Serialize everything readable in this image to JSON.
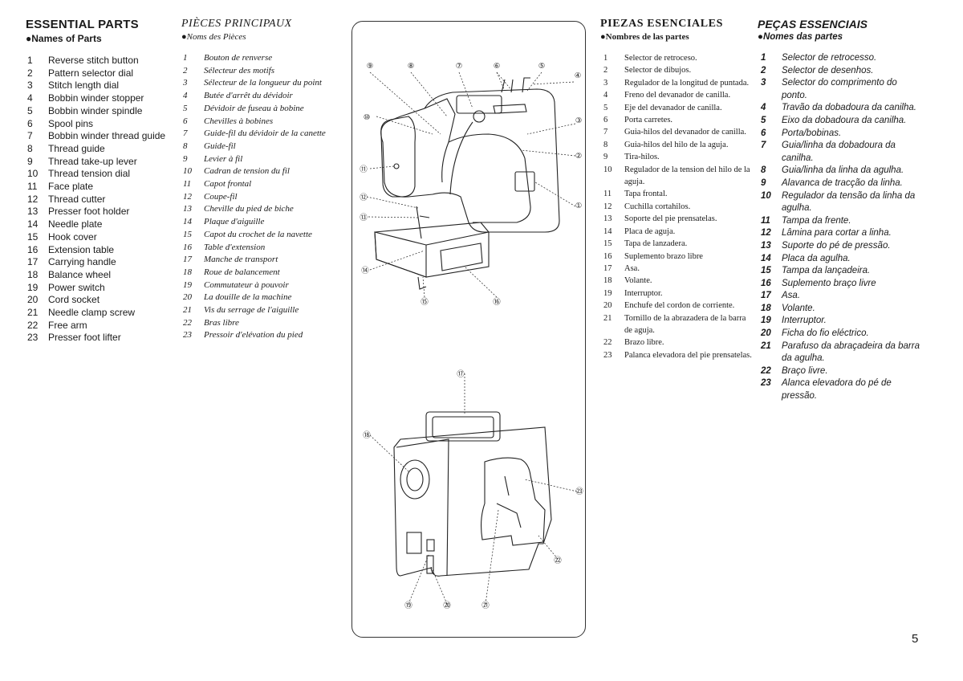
{
  "english": {
    "title": "ESSENTIAL PARTS",
    "subtitle": "●Names of Parts",
    "items": [
      {
        "n": "1",
        "t": "Reverse stitch button"
      },
      {
        "n": "2",
        "t": "Pattern selector dial"
      },
      {
        "n": "3",
        "t": "Stitch length dial"
      },
      {
        "n": "4",
        "t": "Bobbin winder stopper"
      },
      {
        "n": "5",
        "t": "Bobbin winder spindle"
      },
      {
        "n": "6",
        "t": "Spool pins"
      },
      {
        "n": "7",
        "t": "Bobbin winder thread guide"
      },
      {
        "n": "8",
        "t": "Thread guide"
      },
      {
        "n": "9",
        "t": "Thread take-up lever"
      },
      {
        "n": "10",
        "t": "Thread tension dial"
      },
      {
        "n": "11",
        "t": "Face plate"
      },
      {
        "n": "12",
        "t": "Thread cutter"
      },
      {
        "n": "13",
        "t": "Presser foot holder"
      },
      {
        "n": "14",
        "t": "Needle plate"
      },
      {
        "n": "15",
        "t": "Hook cover"
      },
      {
        "n": "16",
        "t": "Extension table"
      },
      {
        "n": "17",
        "t": "Carrying handle"
      },
      {
        "n": "18",
        "t": "Balance wheel"
      },
      {
        "n": "19",
        "t": "Power switch"
      },
      {
        "n": "20",
        "t": "Cord socket"
      },
      {
        "n": "21",
        "t": "Needle clamp screw"
      },
      {
        "n": "22",
        "t": "Free arm"
      },
      {
        "n": "23",
        "t": "Presser foot lifter"
      }
    ]
  },
  "french": {
    "title": "PIÈCES PRINCIPAUX",
    "subtitle": "●Noms des Pièces",
    "items": [
      {
        "n": "1",
        "t": "Bouton de renverse"
      },
      {
        "n": "2",
        "t": "Sélecteur des motifs"
      },
      {
        "n": "3",
        "t": "Sélecteur de la longueur du point"
      },
      {
        "n": "4",
        "t": "Butée d'arrêt du dévidoir"
      },
      {
        "n": "5",
        "t": "Dévidoir de fuseau à bobine"
      },
      {
        "n": "6",
        "t": "Chevilles à bobines"
      },
      {
        "n": "7",
        "t": "Guide-fil du dévidoir de la canette"
      },
      {
        "n": "8",
        "t": "Guide-fil"
      },
      {
        "n": "9",
        "t": "Levier à fil"
      },
      {
        "n": "10",
        "t": "Cadran de tension du fil"
      },
      {
        "n": "11",
        "t": "Capot frontal"
      },
      {
        "n": "12",
        "t": "Coupe-fil"
      },
      {
        "n": "13",
        "t": "Cheville du pied de biche"
      },
      {
        "n": "14",
        "t": "Plaque d'aiguille"
      },
      {
        "n": "15",
        "t": "Capot du crochet de la navette"
      },
      {
        "n": "16",
        "t": "Table d'extension"
      },
      {
        "n": "17",
        "t": "Manche de transport"
      },
      {
        "n": "18",
        "t": "Roue de balancement"
      },
      {
        "n": "19",
        "t": "Commutateur à pouvoir"
      },
      {
        "n": "20",
        "t": "La douille de la machine"
      },
      {
        "n": "21",
        "t": "Vis du serrage de l'aiguille"
      },
      {
        "n": "22",
        "t": "Bras libre"
      },
      {
        "n": "23",
        "t": "Pressoir d'elévation du pied"
      }
    ]
  },
  "spanish": {
    "title": "PIEZAS ESENCIALES",
    "subtitle": "●Nombres de las partes",
    "items": [
      {
        "n": "1",
        "t": "Selector de retroceso."
      },
      {
        "n": "2",
        "t": "Selector de dibujos."
      },
      {
        "n": "3",
        "t": "Regulador de la longitud de puntada."
      },
      {
        "n": "4",
        "t": "Freno del devanador de canilla."
      },
      {
        "n": "5",
        "t": "Eje del devanador de canilla."
      },
      {
        "n": "6",
        "t": "Porta carretes."
      },
      {
        "n": "7",
        "t": "Guia-hilos del devanador de canilla."
      },
      {
        "n": "8",
        "t": "Guia-hilos del hilo de la aguja."
      },
      {
        "n": "9",
        "t": "Tira-hilos."
      },
      {
        "n": "10",
        "t": "Regulador de la tension del hilo de la aguja."
      },
      {
        "n": "11",
        "t": "Tapa frontal."
      },
      {
        "n": "12",
        "t": "Cuchilla cortahilos."
      },
      {
        "n": "13",
        "t": "Soporte del pie prensatelas."
      },
      {
        "n": "14",
        "t": "Placa de aguja."
      },
      {
        "n": "15",
        "t": "Tapa de lanzadera."
      },
      {
        "n": "16",
        "t": "Suplemento brazo libre"
      },
      {
        "n": "17",
        "t": "Asa."
      },
      {
        "n": "18",
        "t": "Volante."
      },
      {
        "n": "19",
        "t": "Interruptor."
      },
      {
        "n": "20",
        "t": "Enchufe del cordon de corriente."
      },
      {
        "n": "21",
        "t": "Tornillo de la abrazadera de la barra de aguja."
      },
      {
        "n": "22",
        "t": "Brazo libre."
      },
      {
        "n": "23",
        "t": "Palanca elevadora del pie prensatelas."
      }
    ]
  },
  "portuguese": {
    "title": "PEÇAS ESSENCIAIS",
    "subtitle": "●Nomes das partes",
    "items": [
      {
        "n": "1",
        "t": "Selector de retrocesso."
      },
      {
        "n": "2",
        "t": "Selector de desenhos."
      },
      {
        "n": "3",
        "t": "Selector do comprimento do ponto."
      },
      {
        "n": "4",
        "t": "Travão da dobadoura da canilha."
      },
      {
        "n": "5",
        "t": "Eixo da dobadoura da canilha."
      },
      {
        "n": "6",
        "t": "Porta/bobinas."
      },
      {
        "n": "7",
        "t": "Guia/linha da dobadoura da canilha."
      },
      {
        "n": "8",
        "t": "Guia/linha da linha da agulha."
      },
      {
        "n": "9",
        "t": "Alavanca de tracção da linha."
      },
      {
        "n": "10",
        "t": "Regulador da tensão da linha da agulha."
      },
      {
        "n": "11",
        "t": "Tampa da frente."
      },
      {
        "n": "12",
        "t": "Lâmina para cortar a linha."
      },
      {
        "n": "13",
        "t": "Suporte do pé de pressão."
      },
      {
        "n": "14",
        "t": "Placa da agulha."
      },
      {
        "n": "15",
        "t": "Tampa da lançadeira."
      },
      {
        "n": "16",
        "t": "Suplemento braço livre"
      },
      {
        "n": "17",
        "t": "Asa."
      },
      {
        "n": "18",
        "t": "Volante."
      },
      {
        "n": "19",
        "t": "Interruptor."
      },
      {
        "n": "20",
        "t": "Ficha do fio eléctrico."
      },
      {
        "n": "21",
        "t": "Parafuso da abraçadeira da barra da agulha."
      },
      {
        "n": "22",
        "t": "Braço livre."
      },
      {
        "n": "23",
        "t": "Alanca elevadora do pé de pressão."
      }
    ]
  },
  "figure": {
    "callouts": {
      "c1": "①",
      "c2": "②",
      "c3": "③",
      "c4": "④",
      "c5": "⑤",
      "c6": "⑥",
      "c7": "⑦",
      "c8": "⑧",
      "c9": "⑨",
      "c10": "⑩",
      "c11": "⑪",
      "c12": "⑫",
      "c13": "⑬",
      "c14": "⑭",
      "c15": "⑮",
      "c16": "⑯",
      "c17": "⑰",
      "c18": "⑱",
      "c19": "⑲",
      "c20": "⑳",
      "c21": "㉑",
      "c22": "㉒",
      "c23": "㉓"
    }
  },
  "page_number": "5"
}
